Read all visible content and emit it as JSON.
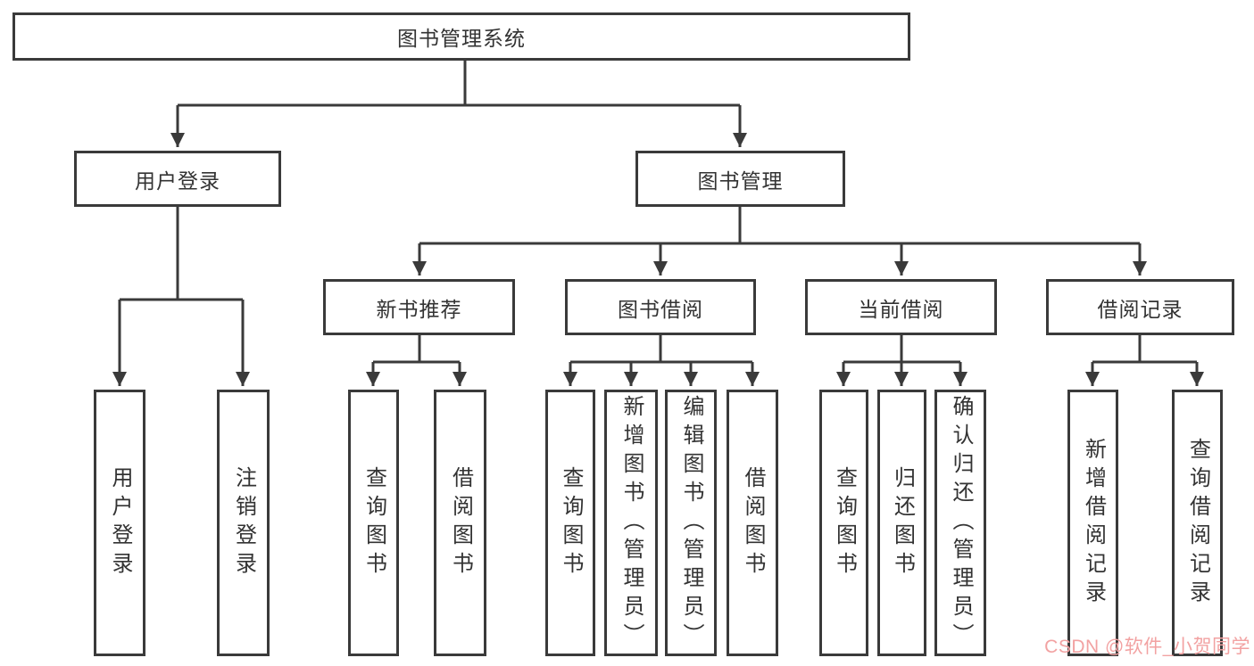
{
  "root": {
    "label": "图书管理系统"
  },
  "level2": [
    {
      "label": "用户登录"
    },
    {
      "label": "图书管理"
    }
  ],
  "level3": [
    {
      "label": "新书推荐"
    },
    {
      "label": "图书借阅"
    },
    {
      "label": "当前借阅"
    },
    {
      "label": "借阅记录"
    }
  ],
  "leaves": {
    "user_login": [
      "用户登录",
      "注销登录"
    ],
    "new_book": [
      "查询图书",
      "借阅图书"
    ],
    "book_borrow": [
      "查询图书",
      "新增图书（管理员）",
      "编辑图书（管理员）",
      "借阅图书"
    ],
    "current_borrow": [
      "查询图书",
      "归还图书",
      "确认归还（管理员）"
    ],
    "borrow_records": [
      "新增借阅记录",
      "查询借阅记录"
    ]
  },
  "watermark": {
    "text": "CSDN @软件_小贺同学"
  },
  "colors": {
    "line": "#3a3a3a",
    "text": "#333333",
    "watermark": "#f2a2a2",
    "background": "#ffffff"
  }
}
